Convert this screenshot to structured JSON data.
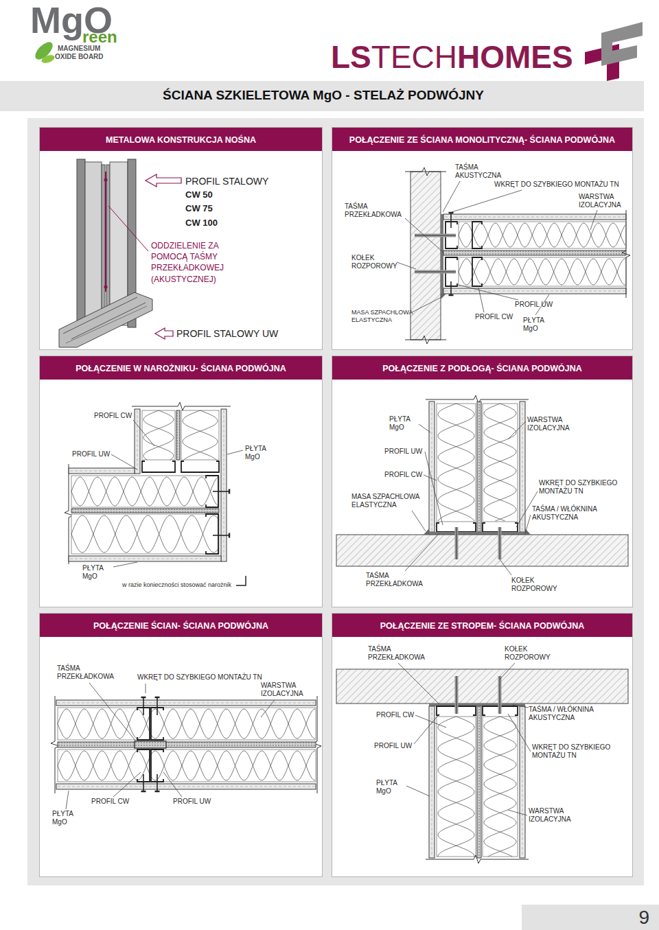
{
  "diagram": {
    "title": "ŚCIANA SZKIELETOWA MgO - STELAŻ PODWÓJNY",
    "nodes": [
      {
        "text": [
          "METALOWA KONSTRUKCJA NOŚNA"
        ]
      },
      {
        "text": [
          "POŁĄCZENIE ZE ŚCIANA MONOLITYCZNĄ- ŚCIANA PODWÓJNA"
        ]
      },
      {
        "text": [
          "POŁĄCZENIE W NAROŻNIKU- ŚCIANA PODWÓJNA"
        ]
      },
      {
        "text": [
          "POŁĄCZENIE Z PODŁOGĄ- ŚCIANA PODWÓJNA"
        ]
      },
      {
        "text": [
          "POŁĄCZENIE ŚCIAN- ŚCIANA PODWÓJNA"
        ]
      },
      {
        "text": [
          "POŁĄCZENIE ZE STROPEM- ŚCIANA PODWÓJNA"
        ]
      },
      {
        "text": [
          "9"
        ]
      }
    ],
    "labels": [
      "MgO",
      "reen",
      "MAGNESIUM",
      "OXIDE BOARD",
      "LS",
      "TECH",
      "HOMES",
      "PROFIL STALOWY",
      "CW 50",
      "CW 75",
      "CW 100",
      "ODDZIELENIE ZA POMOCĄ TAŚMY PRZEKŁADKOWEJ (AKUSTYCZNEJ)",
      "PROFIL STALOWY UW",
      "TAŚMA AKUSTYCZNA",
      "WKRĘT DO SZYBKIEGO MONTAŻU TN",
      "TAŚMA PRZEKŁADKOWA",
      "WARSTWA IZOLACYJNA",
      "KOŁEK ROZPOROWY",
      "MASA SZPACHLOWA ELASTYCZNA",
      "PROFIL UW",
      "PROFIL CW",
      "PŁYTA MgO",
      "PROFIL CW",
      "PROFIL UW",
      "PŁYTA MgO",
      "PŁYTA MgO",
      "w razie konieczności stosować narożnik",
      "PŁYTA MgO",
      "WARSTWA IZOLACYJNA",
      "PROFIL UW",
      "PROFIL CW",
      "MASA SZPACHLOWA ELASTYCZNA",
      "WKRĘT DO SZYBKIEGO MONTAŻU TN",
      "TAŚMA / WŁÓKNINA AKUSTYCZNA",
      "TAŚMA PRZEKŁADKOWA",
      "KOŁEK ROZPOROWY",
      "TAŚMA PRZEKŁADKOWA",
      "WKRĘT DO SZYBKIEGO MONTAŻU TN",
      "WARSTWA IZOLACYJNA",
      "PROFIL CW",
      "PROFIL UW",
      "PŁYTA MgO",
      "TAŚMA PRZEKŁADKOWA",
      "KOŁEK ROZPOROWY",
      "PROFIL CW",
      "TAŚMA / WŁÓKNINA AKUSTYCZNA",
      "PROFIL UW",
      "WKRĘT DO SZYBKIEGO MONTAŻU TN",
      "PŁYTA MgO",
      "WARSTWA IZOLACYJNA"
    ]
  }
}
